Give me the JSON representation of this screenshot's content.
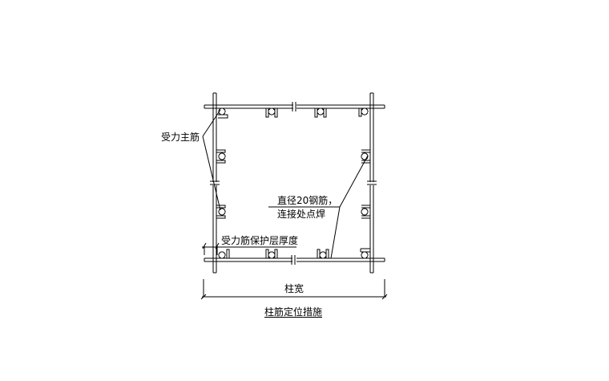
{
  "diagram": {
    "title": "柱筋定位措施",
    "labels": {
      "main_rebar": "受力主筋",
      "welded_bar_line1": "直径20钢筋，",
      "welded_bar_line2": "连接处点焊",
      "cover_thickness": "受力筋保护层厚度",
      "column_width": "柱宽"
    },
    "colors": {
      "line": "#000000",
      "background": "#ffffff"
    }
  }
}
